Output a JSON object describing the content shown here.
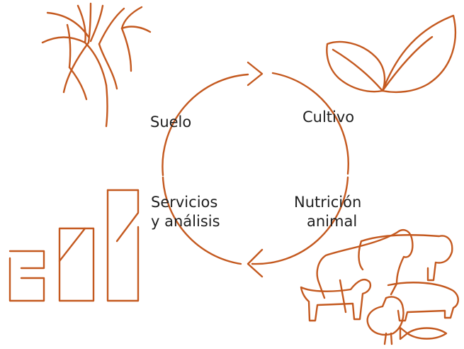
{
  "labels": {
    "soil": "Suelo",
    "crop": "Cultivo",
    "services_line1": "Servicios",
    "services_line2": "y análisis",
    "nutrition_line1": "Nutrición",
    "nutrition_line2": "animal"
  },
  "colors": {
    "accent": "#c4591f",
    "text": "#1f1f1f",
    "background": "#ffffff"
  },
  "icons": [
    "roots-icon",
    "leaves-icon",
    "bar-chart-icon",
    "livestock-icon",
    "cycle-arrows-icon"
  ]
}
